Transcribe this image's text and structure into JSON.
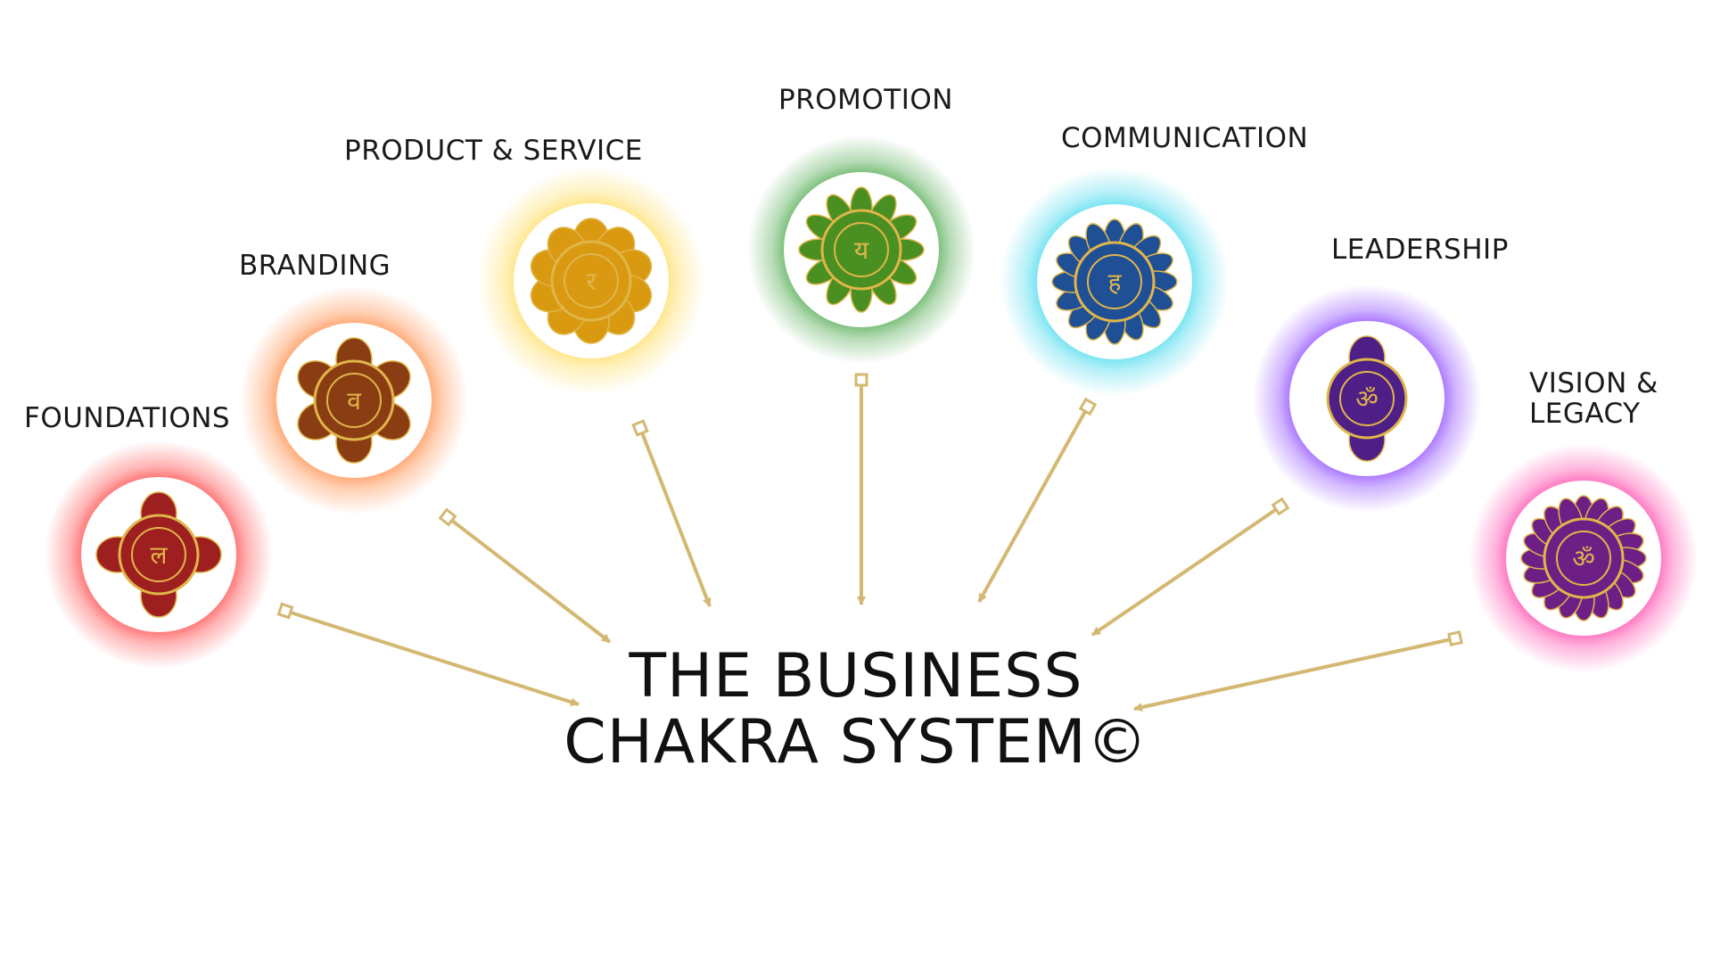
{
  "title": {
    "line1": "THE BUSINESS",
    "line2": "CHAKRA SYSTEM©"
  },
  "colors": {
    "arrow": "#d4b872",
    "text": "#111111",
    "lotus_gold": "#e0b64a"
  },
  "chakras": [
    {
      "label": "FOUNDATIONS",
      "glow": "#ff2a2a",
      "petal": "#9e1f1f",
      "icon": "root-chakra-icon"
    },
    {
      "label": "BRANDING",
      "glow": "#ff7a2a",
      "petal": "#8a3d12",
      "icon": "sacral-chakra-icon"
    },
    {
      "label": "PRODUCT & SERVICE",
      "glow": "#ffd84a",
      "petal": "#d99a12",
      "icon": "solar-plexus-chakra-icon"
    },
    {
      "label": "PROMOTION",
      "glow": "#2f9a2f",
      "petal": "#4a8f22",
      "icon": "heart-chakra-icon"
    },
    {
      "label": "COMMUNICATION",
      "glow": "#2ad4ea",
      "petal": "#1f4f95",
      "icon": "throat-chakra-icon"
    },
    {
      "label": "LEADERSHIP",
      "glow": "#7a2aff",
      "petal": "#4e1f86",
      "icon": "third-eye-chakra-icon"
    },
    {
      "label_line1": "VISION &",
      "label_line2": "LEGACY",
      "glow": "#ff2a9e",
      "petal": "#6e1f86",
      "icon": "crown-chakra-icon"
    }
  ]
}
